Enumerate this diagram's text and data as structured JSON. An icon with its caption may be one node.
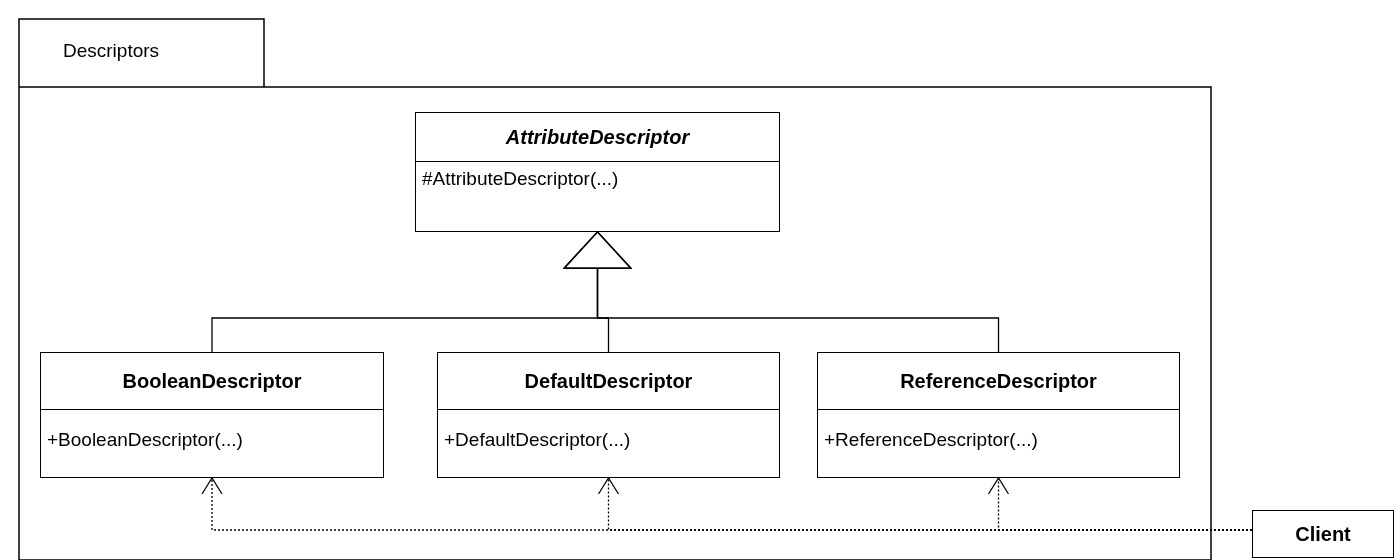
{
  "diagram": {
    "nodes": [
      {
        "text": [
          "Descriptors"
        ]
      },
      {
        "text": [
          "AttributeDescriptor",
          "#AttributeDescriptor(...)"
        ],
        "in": 0
      },
      {
        "text": [
          "BooleanDescriptor",
          "+BooleanDescriptor(...)"
        ],
        "in": 0
      },
      {
        "text": [
          "DefaultDescriptor",
          "+DefaultDescriptor(...)"
        ],
        "in": 0
      },
      {
        "text": [
          "ReferenceDescriptor",
          "+ReferenceDescriptor(...)"
        ],
        "in": 0
      },
      {
        "text": [
          "Client"
        ]
      }
    ],
    "edges": [
      {
        "from": 2,
        "to": 1,
        "arrow": "to"
      },
      {
        "from": 3,
        "to": 1,
        "arrow": "to"
      },
      {
        "from": 4,
        "to": 1,
        "arrow": "to"
      },
      {
        "from": 5,
        "to": 2,
        "arrow": "to",
        "style": "dashed"
      },
      {
        "from": 5,
        "to": 3,
        "arrow": "to",
        "style": "dashed"
      },
      {
        "from": 5,
        "to": 4,
        "arrow": "to",
        "style": "dashed"
      }
    ]
  }
}
